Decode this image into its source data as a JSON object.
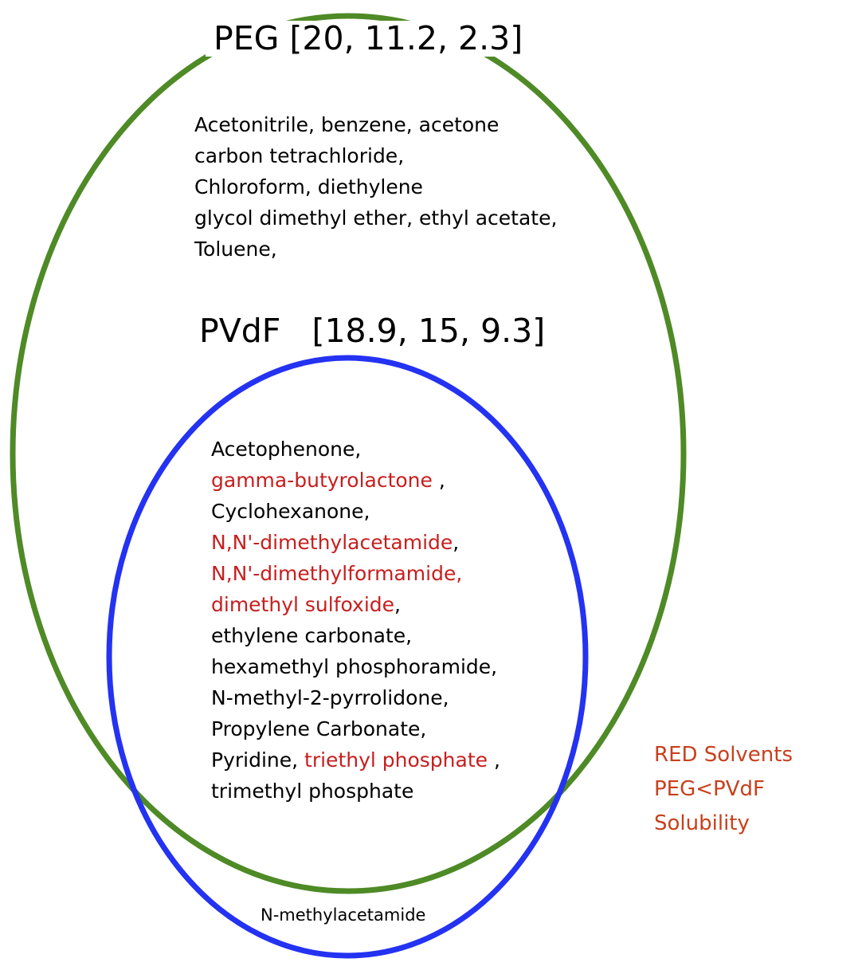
{
  "colors": {
    "peg_ellipse": "#4e8a26",
    "pvdf_ellipse": "#2432f2",
    "red_solvent_text": "#c81e1e",
    "legend_text": "#c8401e"
  },
  "peg": {
    "title": "PEG [20, 11.2, 2.3]",
    "lines": [
      "Acetonitrile, benzene, acetone",
      "carbon tetrachloride,",
      "Chloroform, diethylene",
      "glycol dimethyl ether, ethyl acetate,",
      "Toluene,"
    ]
  },
  "pvdf": {
    "title": "PVdF   [18.9, 15, 9.3]",
    "lines": [
      [
        {
          "text": "Acetophenone,",
          "red": false
        }
      ],
      [
        {
          "text": "gamma-butyrolactone",
          "red": true
        },
        {
          "text": " ,",
          "red": false
        }
      ],
      [
        {
          "text": "Cyclohexanone,",
          "red": false
        }
      ],
      [
        {
          "text": "N,N'-dimethylacetamide",
          "red": true
        },
        {
          "text": ",",
          "red": false
        }
      ],
      [
        {
          "text": "N,N'-dimethylformamide,",
          "red": true
        }
      ],
      [
        {
          "text": "dimethyl sulfoxide",
          "red": true
        },
        {
          "text": ",",
          "red": false
        }
      ],
      [
        {
          "text": "ethylene carbonate,",
          "red": false
        }
      ],
      [
        {
          "text": "hexamethyl phosphoramide,",
          "red": false
        }
      ],
      [
        {
          "text": "N-methyl-2-pyrrolidone,",
          "red": false
        }
      ],
      [
        {
          "text": "Propylene Carbonate,",
          "red": false
        }
      ],
      [
        {
          "text": "Pyridine, ",
          "red": false
        },
        {
          "text": "triethyl phosphate",
          "red": true
        },
        {
          "text": " ,",
          "red": false
        }
      ],
      [
        {
          "text": "trimethyl phosphate",
          "red": false
        }
      ]
    ]
  },
  "pvdf_only_label": "N-methylacetamide",
  "legend": {
    "lines": [
      "RED Solvents",
      "PEG<PVdF",
      "Solubility"
    ]
  }
}
